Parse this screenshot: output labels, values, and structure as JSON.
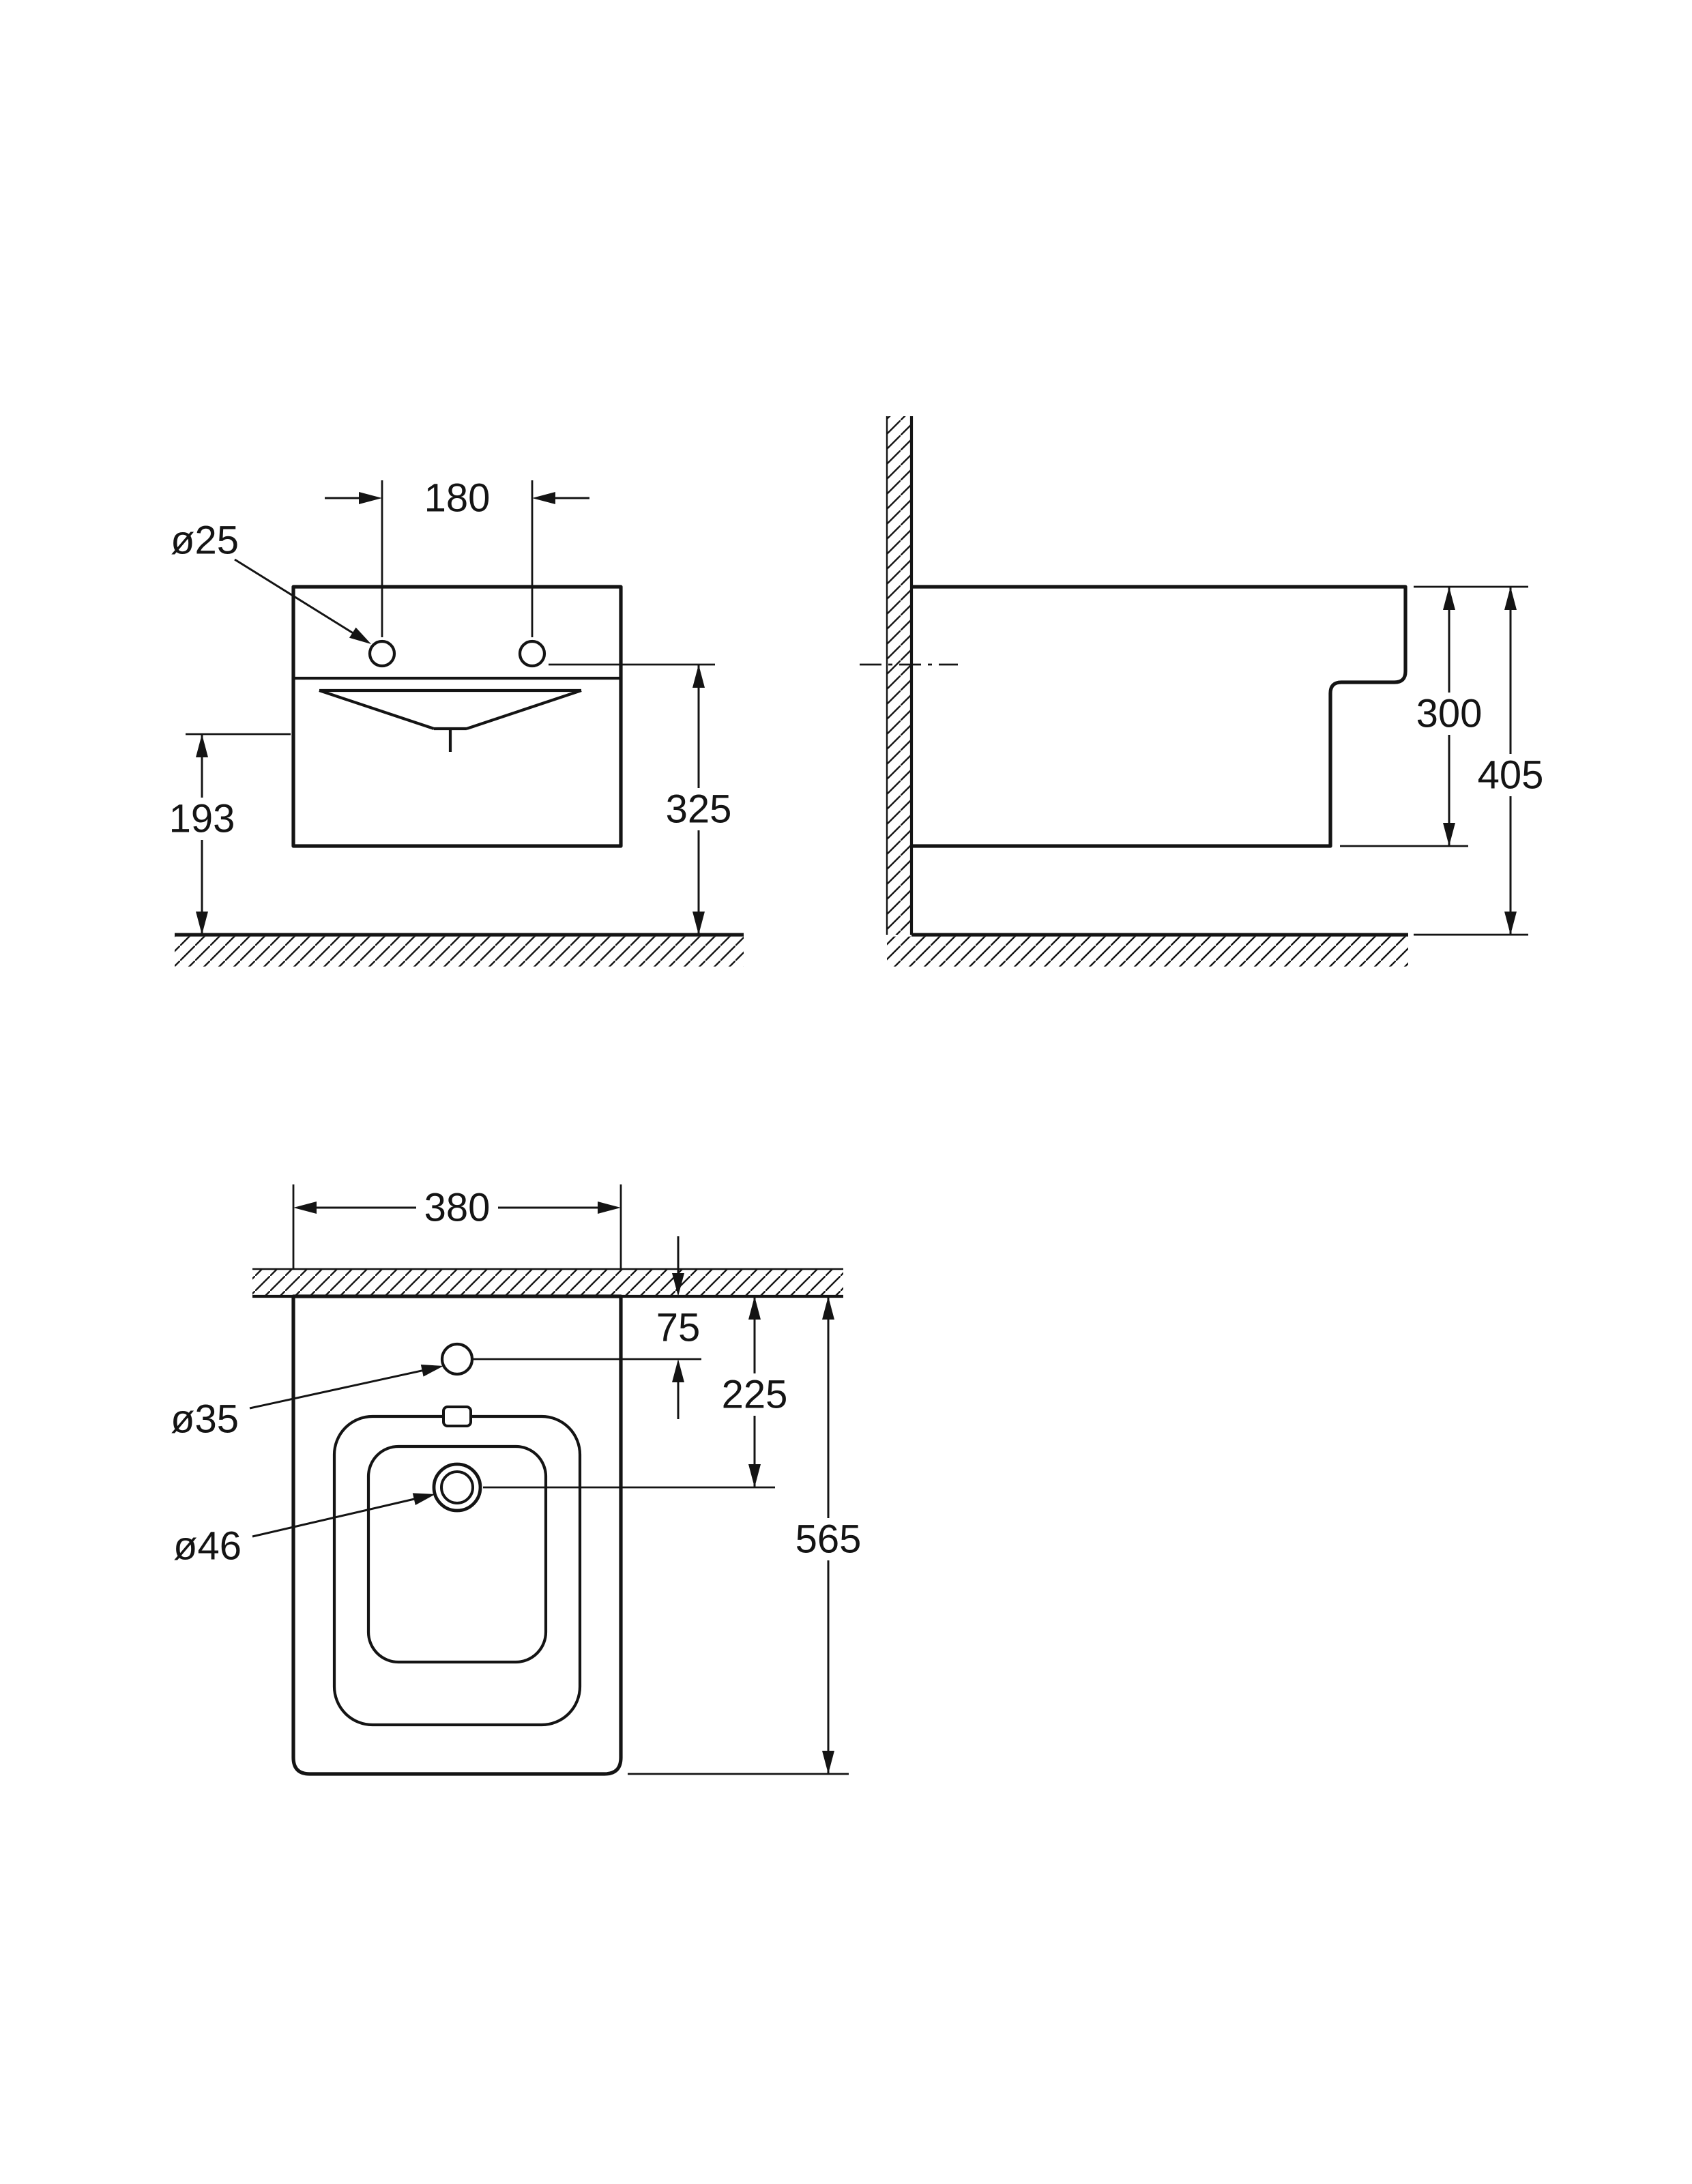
{
  "page": {
    "background": "#ffffff",
    "line_color": "#141414"
  },
  "drawing": {
    "type": "technical-dimension-drawing",
    "views": {
      "front": {
        "name": "front-view",
        "dimensions": {
          "tap_hole_spacing": "180",
          "tap_hole_diameter": "ø25",
          "floor_to_drain_height": "193",
          "floor_to_rim_height": "325"
        }
      },
      "side": {
        "name": "side-view",
        "dimensions": {
          "body_height": "300",
          "floor_to_top_height": "405"
        }
      },
      "plan": {
        "name": "plan-view",
        "dimensions": {
          "width": "380",
          "tap_hole_to_wall": "75",
          "drain_to_wall": "225",
          "depth": "565",
          "tap_hole_diameter": "ø35",
          "drain_diameter": "ø46"
        }
      }
    }
  }
}
